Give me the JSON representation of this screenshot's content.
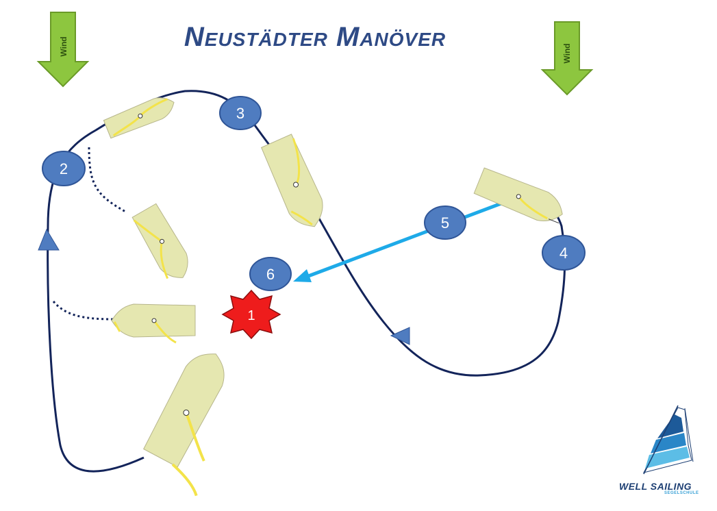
{
  "title": "Neustädter Manöver",
  "wind": {
    "left_label": "Wind",
    "right_label": "Wind"
  },
  "markers": {
    "m1": "1",
    "m2": "2",
    "m3": "3",
    "m4": "4",
    "m5": "5",
    "m6": "6"
  },
  "logo": {
    "name": "WELL SAILING",
    "sub": "SEGELSCHULE"
  },
  "colors": {
    "course": "#13245a",
    "marker": "#4f7cc0",
    "marker_stroke": "#2f5597",
    "boat": "#e5e7b0",
    "sail": "#f3e34a",
    "arrow": "#1eaae8",
    "wind": "#8dc63f",
    "star": "#ee1c1c",
    "title": "#2e4a85"
  }
}
